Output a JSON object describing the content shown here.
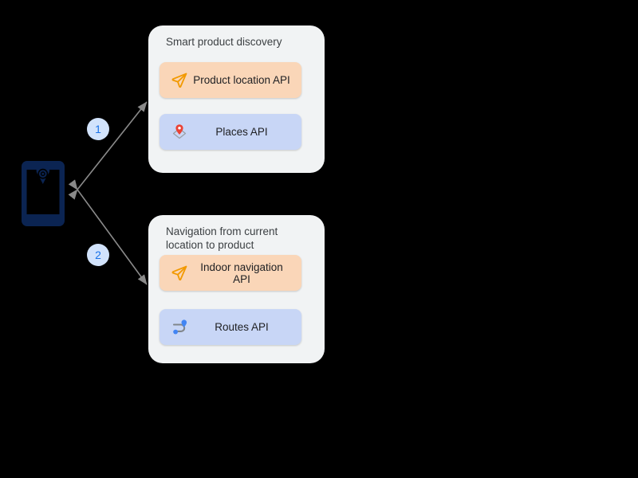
{
  "diagram": {
    "background_color": "#000000",
    "device": {
      "name": "mobile-device",
      "color": "#0b2452",
      "screen_glyph": "location-pin-target"
    },
    "steps": [
      {
        "number": "1",
        "label_color": "#1a73e8",
        "bubble_color": "#d2e3fc"
      },
      {
        "number": "2",
        "label_color": "#1a73e8",
        "bubble_color": "#d2e3fc"
      }
    ],
    "connectors": {
      "color": "#8a8a8a",
      "style": "double-headed-arrow",
      "count": 2
    },
    "cards": [
      {
        "id": "smart-product-discovery",
        "title": "Smart product discovery",
        "background_color": "#f1f3f4",
        "apis": [
          {
            "label": "Product location API",
            "color": "#fad6b8",
            "icon": "navigation-arrow-icon",
            "icon_color": "#f29900"
          },
          {
            "label": "Places API",
            "color": "#c8d6f6",
            "icon": "map-pin-icon",
            "icon_color": "#ea4335"
          }
        ]
      },
      {
        "id": "navigation-from-current-location",
        "title": "Navigation from current\nlocation to product",
        "background_color": "#f1f3f4",
        "apis": [
          {
            "label": "Indoor navigation API",
            "color": "#fad6b8",
            "icon": "navigation-arrow-icon",
            "icon_color": "#f29900"
          },
          {
            "label": "Routes API",
            "color": "#c8d6f6",
            "icon": "route-icon",
            "icon_color": "#4285f4"
          }
        ]
      }
    ]
  }
}
